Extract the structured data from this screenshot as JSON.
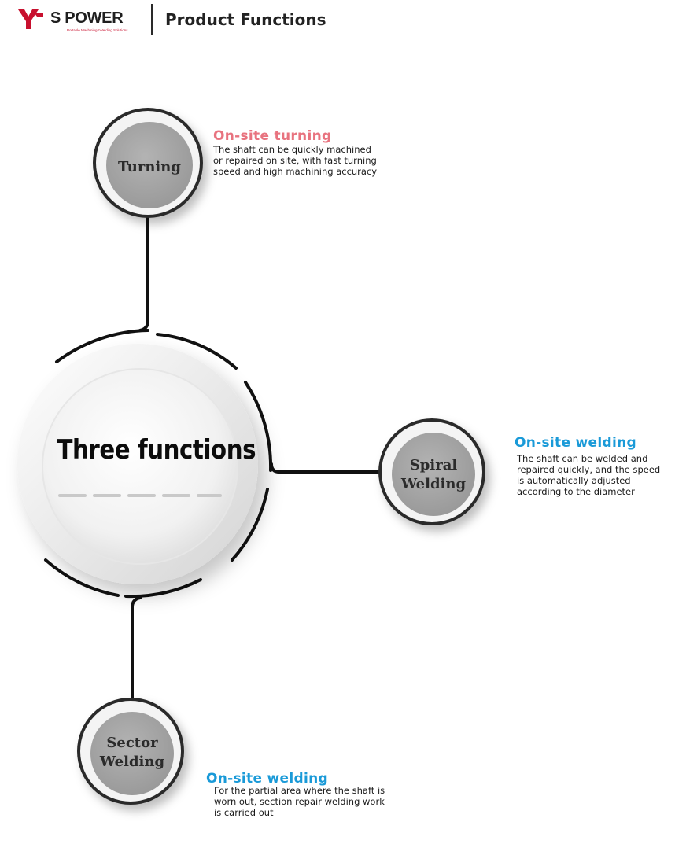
{
  "header": {
    "brand": "S POWER",
    "tagline": "Portable Machining&Welding Solutions",
    "title": "Product Functions"
  },
  "center": {
    "title": "Three functions"
  },
  "nodes": [
    {
      "label_lines": [
        "Turning"
      ],
      "callout_title": "On-site turning",
      "callout_color": "#e8737f",
      "callout_desc": "The shaft can be quickly machined or repaired on site, with fast turning speed and high machining accuracy"
    },
    {
      "label_lines": [
        "Spiral",
        "Welding"
      ],
      "callout_title": "On-site welding",
      "callout_color": "#1a9ad8",
      "callout_desc": "The shaft can be welded and repaired quickly, and the speed is automatically adjusted according to the diameter"
    },
    {
      "label_lines": [
        "Sector",
        "Welding"
      ],
      "callout_title": "On-site welding",
      "callout_color": "#1a9ad8",
      "callout_desc": "For the partial area where the shaft is worn out, section repair welding work is carried out"
    }
  ],
  "colors": {
    "brand_red": "#c8102e",
    "node_fill": "#a6a6a6",
    "connector": "#111111"
  }
}
